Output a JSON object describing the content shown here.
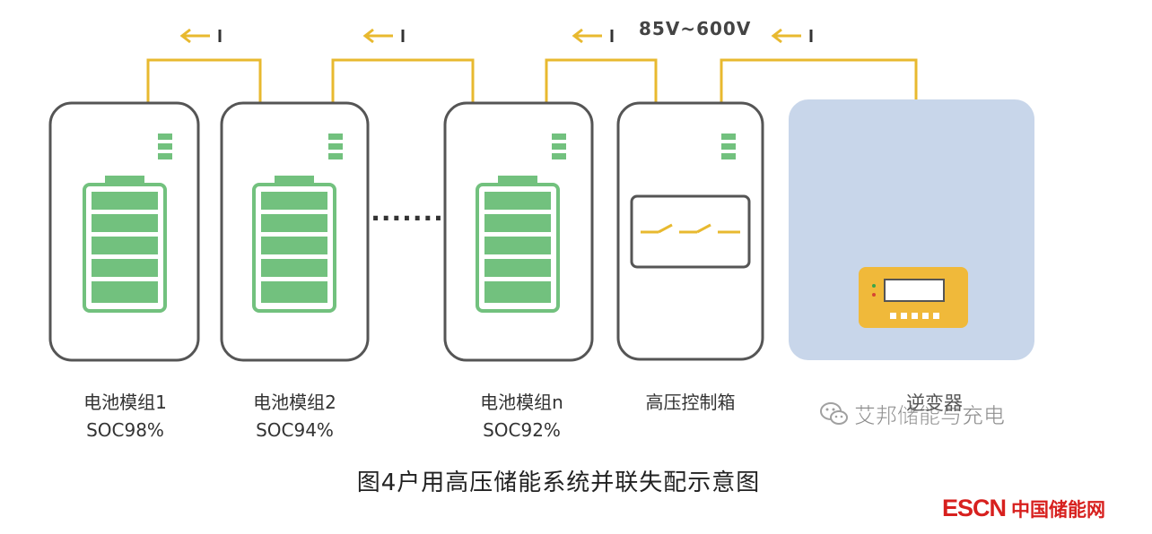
{
  "voltage": "85V~600V",
  "ellipsis": "·······",
  "modules": [
    {
      "name": "电池模组1",
      "soc": "SOC98%"
    },
    {
      "name": "电池模组2",
      "soc": "SOC94%"
    },
    {
      "name": "电池模组n",
      "soc": "SOC92%"
    }
  ],
  "control_box": {
    "name": "高压控制箱"
  },
  "inverter": {
    "name": "逆变器"
  },
  "watermark": "艾邦储能与充电",
  "caption": "图4户用高压储能系统并联失配示意图",
  "logo": {
    "en": "ESCN",
    "cn": "中国储能网"
  },
  "colors": {
    "wire": "#e8b92f",
    "battery_green": "#72c17e",
    "inverter_bg": "#c8d6ea",
    "display_yellow": "#f0b93a",
    "logo_red": "#d7201e"
  }
}
